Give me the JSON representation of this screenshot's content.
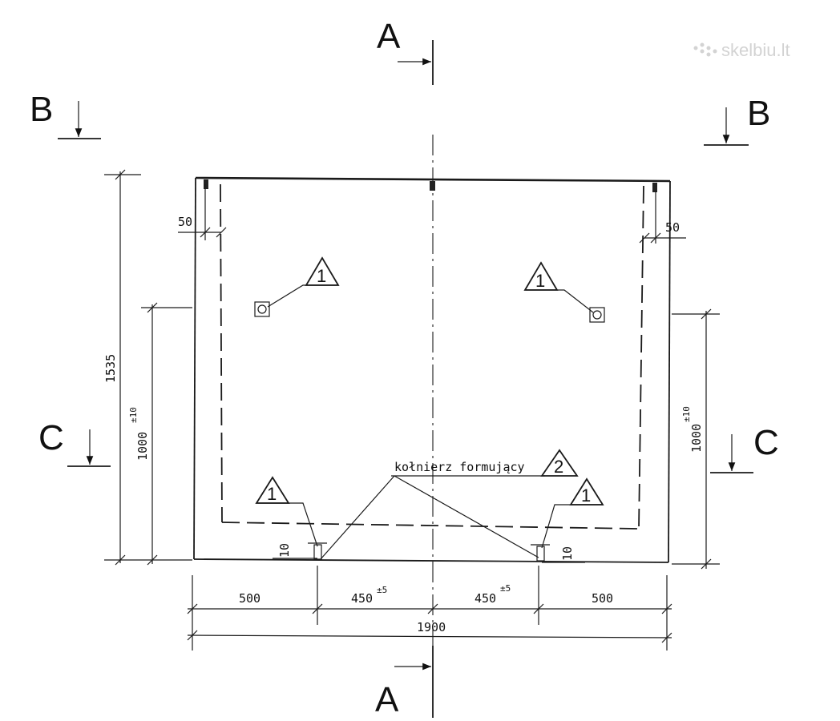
{
  "watermark": "skelbiu.lt",
  "sections": {
    "a": "A",
    "b": "B",
    "c": "C"
  },
  "dimensions": {
    "height_total": "1535",
    "height_opening": "1000",
    "tolerance_10": "±10",
    "edge_offset": "50",
    "bottom_gap": "10",
    "seg_outer": "500",
    "seg_inner": "450",
    "tolerance_5": "±5",
    "width_total": "1900"
  },
  "callouts": {
    "insert": "1",
    "flange": "2"
  },
  "note": "kołnierz formujący"
}
